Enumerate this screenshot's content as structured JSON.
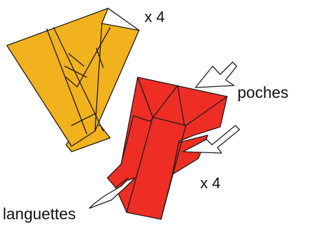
{
  "labels": {
    "count_top": "x 4",
    "pockets": "poches",
    "count_bottom": "x 4",
    "tabs": "languettes"
  },
  "colors": {
    "yellow_module": "#f2b21d",
    "red_module": "#ee2e24",
    "outline": "#1a1a1a",
    "arrow_fill": "#ffffff"
  }
}
